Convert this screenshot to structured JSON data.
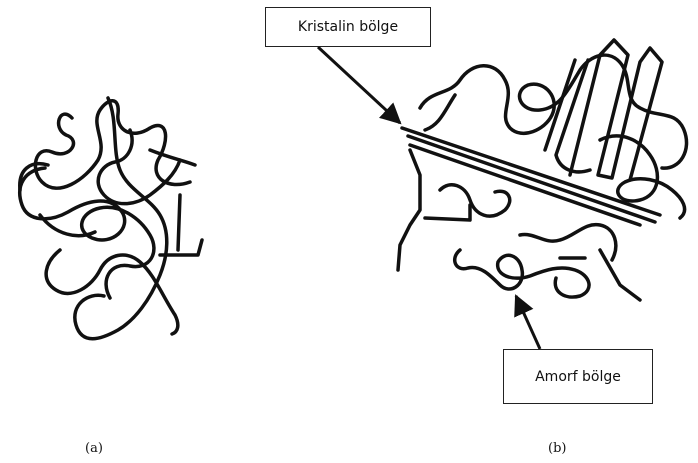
{
  "labels": {
    "crystalline": "Kristalin bölge",
    "amorphous": "Amorf bölge"
  },
  "captions": {
    "a": "(a)",
    "b": "(b)"
  },
  "colors": {
    "stroke": "#111111",
    "background": "#ffffff"
  }
}
